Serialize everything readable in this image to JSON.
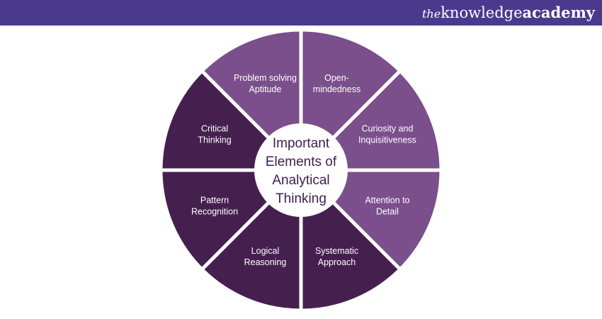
{
  "brand": {
    "logo_prefix": "the",
    "logo_mid": "knowledge",
    "logo_suffix": "academy",
    "bar_color": "#4a3a8e"
  },
  "diagram": {
    "center": {
      "lines": [
        "Important",
        "Elements of",
        "Analytical",
        "Thinking"
      ]
    },
    "colors": {
      "light": "#7a4f8b",
      "dark": "#45204f",
      "center_text": "#3e1d50"
    },
    "segments": [
      {
        "lines": [
          "Open-",
          "mindedness"
        ],
        "tone": "light"
      },
      {
        "lines": [
          "Curiosity and",
          "Inquisitiveness"
        ],
        "tone": "light"
      },
      {
        "lines": [
          "Attention to",
          "Detail"
        ],
        "tone": "light"
      },
      {
        "lines": [
          "Systematic",
          "Approach"
        ],
        "tone": "dark"
      },
      {
        "lines": [
          "Logical",
          "Reasoning"
        ],
        "tone": "dark"
      },
      {
        "lines": [
          "Pattern",
          "Recognition"
        ],
        "tone": "dark"
      },
      {
        "lines": [
          "Critical",
          "Thinking"
        ],
        "tone": "dark"
      },
      {
        "lines": [
          "Problem solving",
          "Aptitude"
        ],
        "tone": "light"
      }
    ]
  }
}
